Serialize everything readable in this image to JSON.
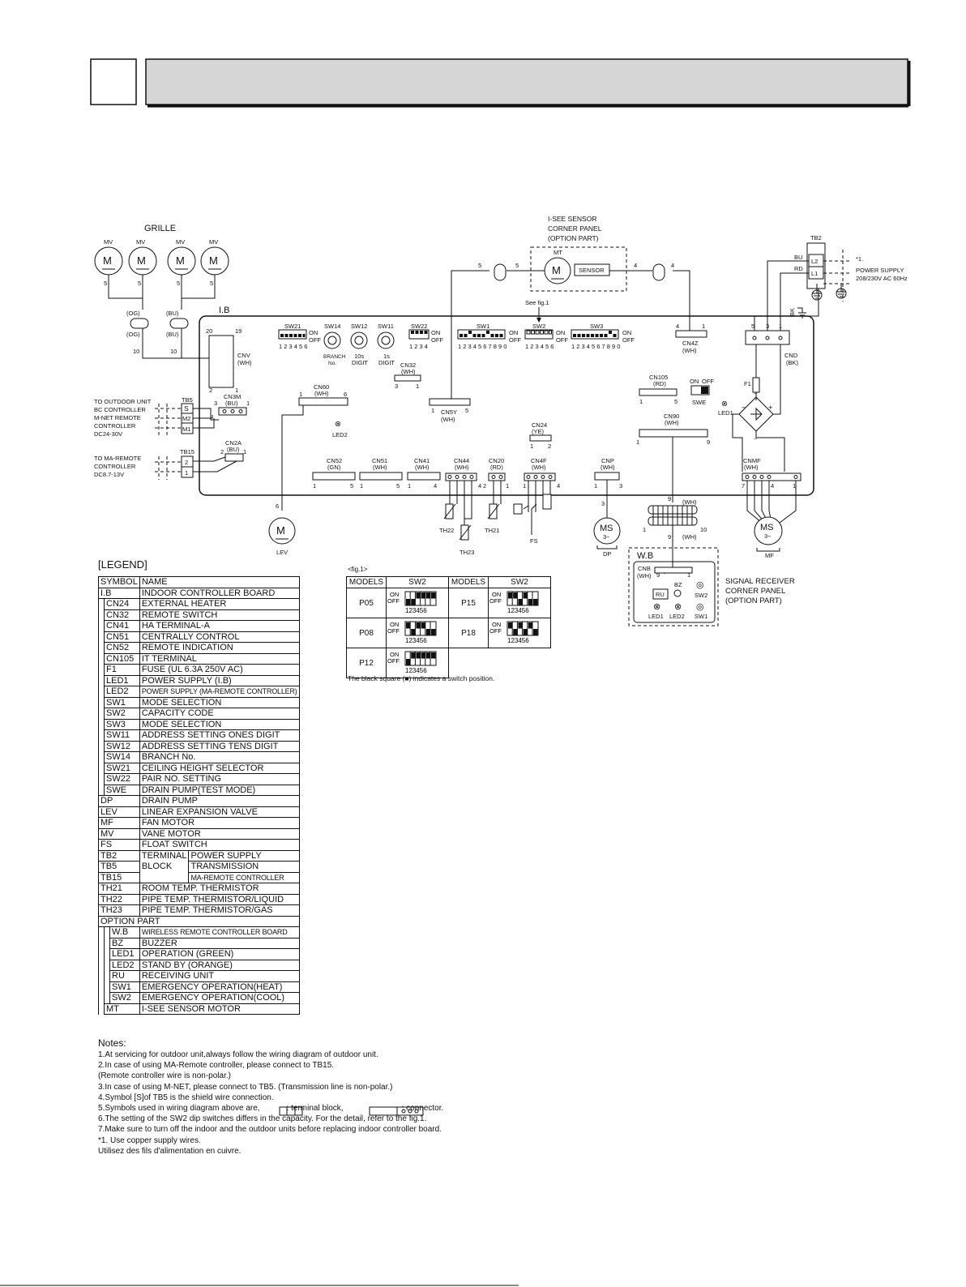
{
  "labels": {
    "grille": "GRILLE",
    "mv": "MV",
    "motor": "M",
    "ib": "I.B",
    "isee_title": [
      "I-SEE SENSOR",
      "CORNER PANEL",
      "(OPTION PART)"
    ],
    "mt": "MT",
    "sensor": "SENSOR",
    "see_fig": "See fig.1",
    "tb2": "TB2",
    "l1": "L1",
    "l2": "L2",
    "bu": "BU",
    "rd": "RD",
    "bk": "BK",
    "star1": "*1.",
    "power_supply": "POWER SUPPLY",
    "power_rating": "208/230V AC 60Hz",
    "og": "(OG)",
    "bu_paren": "(BU)",
    "cnv": "CNV",
    "wh": "(WH)",
    "to_outdoor": [
      "TO OUTDOOR UNIT",
      "BC CONTROLLER",
      "M-NET REMOTE",
      "CONTROLLER",
      "DC24-30V"
    ],
    "tb5": "TB5",
    "s": "S",
    "m1": "M1",
    "m2": "M2",
    "cn3m": "CN3M",
    "to_ma": [
      "TO MA-REMOTE",
      "CONTROLLER",
      "DC8.7-13V"
    ],
    "tb15": "TB15",
    "cn2a": "CN2A",
    "sw21": "SW21",
    "sw14": "SW14",
    "sw12": "SW12",
    "sw11": "SW11",
    "sw22": "SW22",
    "sw1": "SW1",
    "sw2": "SW2",
    "sw3": "SW3",
    "on": "ON",
    "off": "OFF",
    "branch_no": [
      "BRANCH",
      "No."
    ],
    "digit10": [
      "10s",
      "DIGIT"
    ],
    "digit1": [
      "1s",
      "DIGIT"
    ],
    "cn32": "CN32",
    "cn60": "CN60",
    "led2": "LED2",
    "cn5y": "CN5Y",
    "cn24": "CN24",
    "ye": "(YE)",
    "cn4z": "CN4Z",
    "cnd": "CND",
    "bk_paren": "(BK)",
    "cn105": "CN105",
    "rd_paren": "(RD)",
    "swe": "SWE",
    "led1": "LED1",
    "f1": "F1",
    "cn90": "CN90",
    "cn52": "CN52",
    "gn": "(GN)",
    "cn51": "CN51",
    "cn41": "CN41",
    "cn44": "CN44",
    "cn20": "CN20",
    "cn4f": "CN4F",
    "cnp": "CNP",
    "cnmf": "CNMF",
    "th22": "TH22",
    "th21": "TH21",
    "th23": "TH23",
    "fs": "FS",
    "ms": "MS",
    "three_phase": "3~",
    "dp": "DP",
    "mf": "MF",
    "lev": "LEV",
    "wb": "W.B",
    "cnb": "CNB",
    "bz": "BZ",
    "ru": "RU",
    "sw1_": "SW1",
    "sw2_": "SW2",
    "led1_": "LED1",
    "led2_": "LED2",
    "signal_receiver": [
      "SIGNAL RECEIVER",
      "CORNER PANEL",
      "(OPTION PART)"
    ]
  },
  "legend": {
    "title": "[LEGEND]",
    "header": [
      "SYMBOL",
      "NAME"
    ],
    "rows": [
      [
        "I.B",
        "INDOOR CONTROLLER BOARD"
      ],
      [
        "CN24",
        "EXTERNAL HEATER"
      ],
      [
        "CN32",
        "REMOTE SWITCH"
      ],
      [
        "CN41",
        "HA TERMINAL-A"
      ],
      [
        "CN51",
        "CENTRALLY CONTROL"
      ],
      [
        "CN52",
        "REMOTE INDICATION"
      ],
      [
        "CN105",
        "IT TERMINAL"
      ],
      [
        "F1",
        "FUSE (UL 6.3A 250V AC)"
      ],
      [
        "LED1",
        "POWER SUPPLY (I.B)"
      ],
      [
        "LED2",
        "POWER SUPPLY (MA-REMOTE CONTROLLER)"
      ],
      [
        "SW1",
        "MODE SELECTION"
      ],
      [
        "SW2",
        "CAPACITY CODE"
      ],
      [
        "SW3",
        "MODE SELECTION"
      ],
      [
        "SW11",
        "ADDRESS SETTING ONES DIGIT"
      ],
      [
        "SW12",
        "ADDRESS SETTING TENS DIGIT"
      ],
      [
        "SW14",
        "BRANCH No."
      ],
      [
        "SW21",
        "CEILING HEIGHT SELECTOR"
      ],
      [
        "SW22",
        "PAIR NO. SETTING"
      ],
      [
        "SWE",
        "DRAIN PUMP(TEST MODE)"
      ],
      [
        "DP",
        "DRAIN PUMP"
      ],
      [
        "LEV",
        "LINEAR EXPANSION VALVE"
      ],
      [
        "MF",
        "FAN MOTOR"
      ],
      [
        "MV",
        "VANE MOTOR"
      ],
      [
        "FS",
        "FLOAT SWITCH"
      ],
      [
        "TB2",
        "TERMINAL",
        "POWER SUPPLY"
      ],
      [
        "TB5",
        "BLOCK",
        "TRANSMISSION"
      ],
      [
        "TB15",
        "",
        "MA-REMOTE CONTROLLER"
      ],
      [
        "TH21",
        "ROOM TEMP. THERMISTOR"
      ],
      [
        "TH22",
        "PIPE TEMP. THERMISTOR/LIQUID"
      ],
      [
        "TH23",
        "PIPE TEMP. THERMISTOR/GAS"
      ],
      [
        "OPTION PART",
        ""
      ],
      [
        "W.B",
        "WIRELESS REMOTE CONTROLLER BOARD"
      ],
      [
        "BZ",
        "BUZZER"
      ],
      [
        "LED1",
        "OPERATION (GREEN)"
      ],
      [
        "LED2",
        "STAND BY (ORANGE)"
      ],
      [
        "RU",
        "RECEIVING UNIT"
      ],
      [
        "SW1",
        "EMERGENCY OPERATION(HEAT)"
      ],
      [
        "SW2",
        "EMERGENCY OPERATION(COOL)"
      ],
      [
        "MT",
        "I-SEE SENSOR MOTOR"
      ]
    ]
  },
  "fig1": {
    "caption": "<fig.1>",
    "headers": [
      "MODELS",
      "SW2",
      "MODELS",
      "SW2"
    ],
    "models": [
      "P05",
      "P15",
      "P08",
      "P18",
      "P12"
    ],
    "switch_digits": "123456",
    "note": "The black square (■) indicates a switch position."
  },
  "notes": {
    "title": "Notes:",
    "lines": [
      "1.At servicing for outdoor unit,always follow the wiring diagram of outdoor unit.",
      "2.In case of using MA-Remote controller, please connect to TB15.",
      "   (Remote controller wire is non-polar.)",
      "3.In case of using M-NET, please connect to TB5.  (Transmission line is non-polar.)",
      "4.Symbol [S]of TB5 is the shield wire connection.",
      "5.Symbols used in wiring diagram above are,",
      "6.The setting of the SW2 dip switches differs in the capacity. For the detail, refer to the fig.1.",
      "7.Make sure to turn off the indoor and the outdoor units before replacing indoor controller board.",
      "*1. Use copper supply wires.",
      "     Utilisez des fils d'alimentation en cuivre."
    ],
    "terminal_block": ": terminal  block,",
    "connector": ": connector."
  }
}
